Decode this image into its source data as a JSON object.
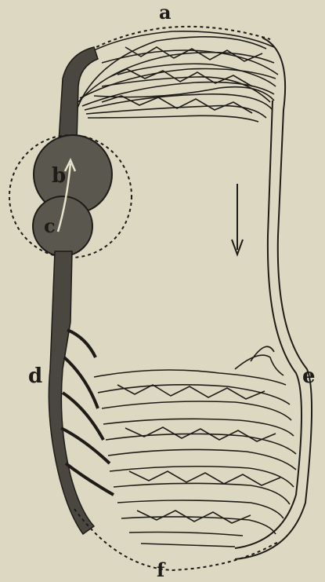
{
  "diagram": {
    "labels": {
      "a": "a",
      "b": "b",
      "c": "c",
      "d": "d",
      "e": "e",
      "f": "f"
    },
    "colors": {
      "background": "#ddd8c2",
      "ink": "#1e1c18",
      "vessel_fill": "#4a4740",
      "chamber_fill": "#5a574f"
    },
    "icons": [
      "flow-direction-arrow-icon"
    ]
  }
}
